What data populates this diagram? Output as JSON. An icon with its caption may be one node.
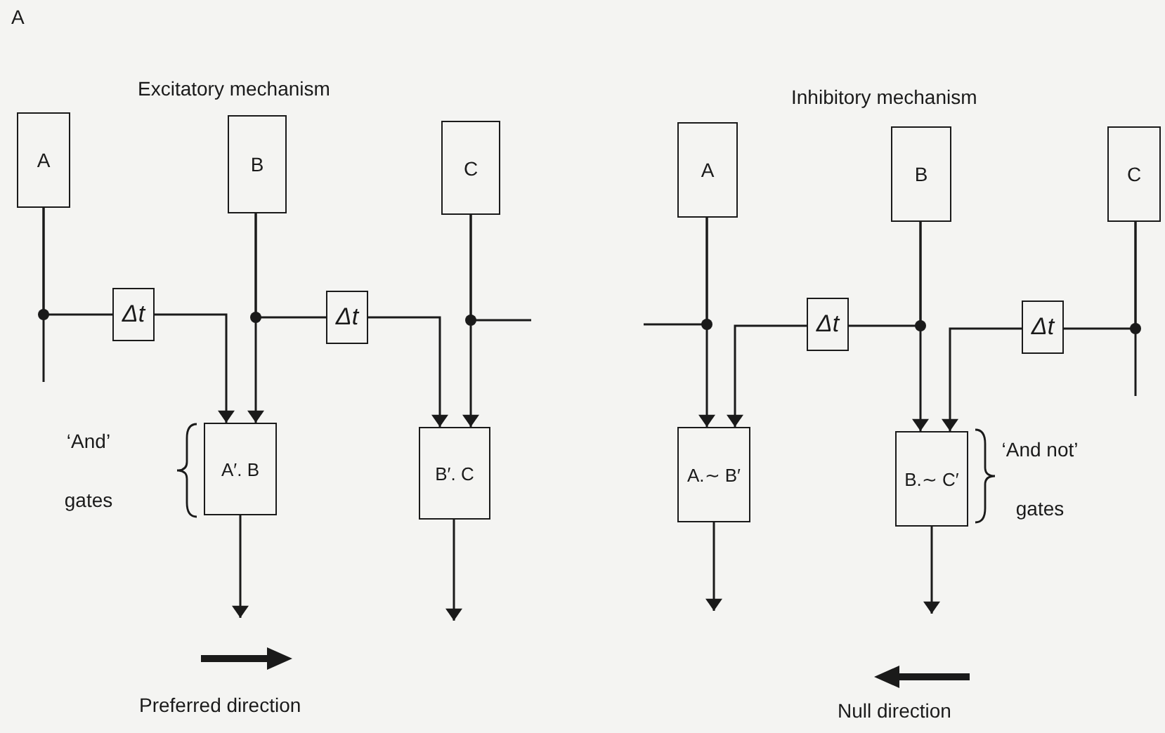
{
  "diagram": {
    "nodes": [
      {
        "text": [
          "A"
        ]
      },
      {
        "text": [
          "B"
        ]
      },
      {
        "text": [
          "C"
        ]
      },
      {
        "text": [
          "Δt"
        ]
      },
      {
        "text": [
          "Δt"
        ]
      },
      {
        "text": [
          "A′. B"
        ]
      },
      {
        "text": [
          "B′. C"
        ]
      },
      {
        "text": [
          "A"
        ]
      },
      {
        "text": [
          "B"
        ]
      },
      {
        "text": [
          "C"
        ]
      },
      {
        "text": [
          "Δt"
        ]
      },
      {
        "text": [
          "Δt"
        ]
      },
      {
        "text": [
          "A.∼ B′"
        ]
      },
      {
        "text": [
          "B.∼ C′"
        ]
      }
    ],
    "edges": [
      {
        "from": 0,
        "to": 3,
        "arrow": "none"
      },
      {
        "from": 3,
        "to": 5,
        "arrow": "to"
      },
      {
        "from": 0,
        "to": null,
        "arrow": "none"
      },
      {
        "from": 1,
        "to": 5,
        "arrow": "to"
      },
      {
        "from": 1,
        "to": 4,
        "arrow": "none"
      },
      {
        "from": 4,
        "to": 6,
        "arrow": "to"
      },
      {
        "from": 2,
        "to": 6,
        "arrow": "to"
      },
      {
        "from": 2,
        "to": null,
        "arrow": "none"
      },
      {
        "from": 5,
        "to": null,
        "arrow": "to"
      },
      {
        "from": 6,
        "to": null,
        "arrow": "to"
      },
      {
        "from": 7,
        "to": 12,
        "arrow": "to"
      },
      {
        "from": 7,
        "to": null,
        "arrow": "none"
      },
      {
        "from": 8,
        "to": 10,
        "arrow": "none"
      },
      {
        "from": 10,
        "to": 12,
        "arrow": "to"
      },
      {
        "from": 8,
        "to": 13,
        "arrow": "to"
      },
      {
        "from": 9,
        "to": 11,
        "arrow": "none"
      },
      {
        "from": 11,
        "to": 13,
        "arrow": "to"
      },
      {
        "from": 9,
        "to": null,
        "arrow": "none"
      },
      {
        "from": 12,
        "to": null,
        "arrow": "to"
      },
      {
        "from": 13,
        "to": null,
        "arrow": "to"
      }
    ],
    "labels": [
      "A",
      "Excitatory mechanism",
      "Inhibitory mechanism",
      "‘And’ gates",
      "‘And not’ gates",
      "Preferred direction",
      "Null direction"
    ]
  }
}
